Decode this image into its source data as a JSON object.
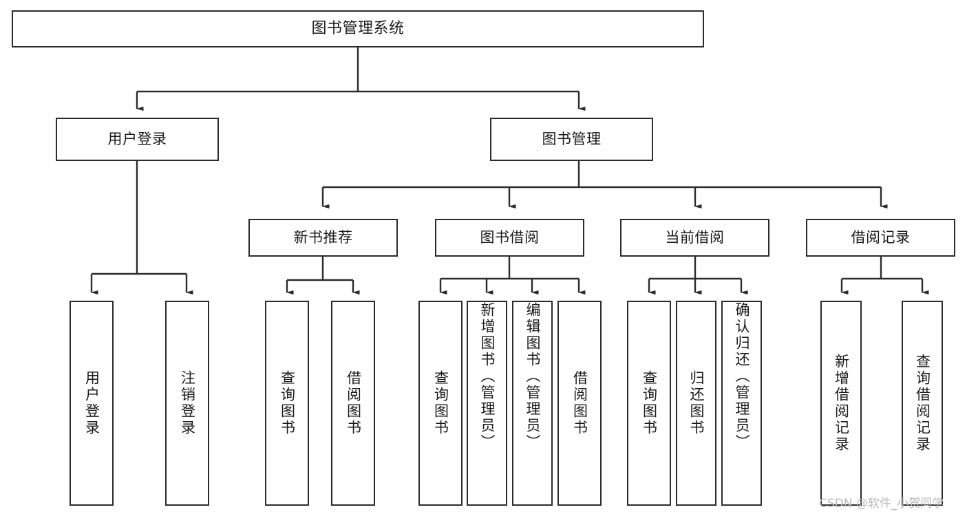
{
  "diagram": {
    "title": "图书管理系统",
    "type": "tree",
    "watermark": "CSDN @软件_小贺同学",
    "colors": {
      "box_border": "#2b2b2b",
      "box_fill": "#ffffff",
      "edge": "#2b2b2b",
      "text": "#1a1a1a",
      "watermark": "#b9b9b9",
      "background": "#ffffff"
    },
    "nodes": {
      "root": {
        "label": "图书管理系统"
      },
      "level1": [
        {
          "id": "user-login",
          "label": "用户登录"
        },
        {
          "id": "book-manage",
          "label": "图书管理"
        }
      ],
      "level2": [
        {
          "id": "new-book-rec",
          "label": "新书推荐"
        },
        {
          "id": "book-borrow",
          "label": "图书借阅"
        },
        {
          "id": "current-borrow",
          "label": "当前借阅"
        },
        {
          "id": "borrow-record",
          "label": "借阅记录"
        }
      ],
      "leaves": {
        "user_login": [
          {
            "id": "leaf-user-login",
            "label": "用户登录"
          },
          {
            "id": "leaf-logout",
            "label": "注销登录"
          }
        ],
        "new_book_rec": [
          {
            "id": "leaf-query-book-1",
            "label": "查询图书"
          },
          {
            "id": "leaf-borrow-book-1",
            "label": "借阅图书"
          }
        ],
        "book_borrow": [
          {
            "id": "leaf-query-book-2",
            "label": "查询图书"
          },
          {
            "id": "leaf-add-book",
            "label": "新增图书（管理员）"
          },
          {
            "id": "leaf-edit-book",
            "label": "编辑图书（管理员）"
          },
          {
            "id": "leaf-borrow-book-2",
            "label": "借阅图书"
          }
        ],
        "current_borrow": [
          {
            "id": "leaf-query-book-3",
            "label": "查询图书"
          },
          {
            "id": "leaf-return-book",
            "label": "归还图书"
          },
          {
            "id": "leaf-confirm-return",
            "label": "确认归还（管理员）"
          }
        ],
        "borrow_record": [
          {
            "id": "leaf-add-record",
            "label": "新增借阅记录"
          },
          {
            "id": "leaf-query-record",
            "label": "查询借阅记录"
          }
        ]
      }
    }
  }
}
